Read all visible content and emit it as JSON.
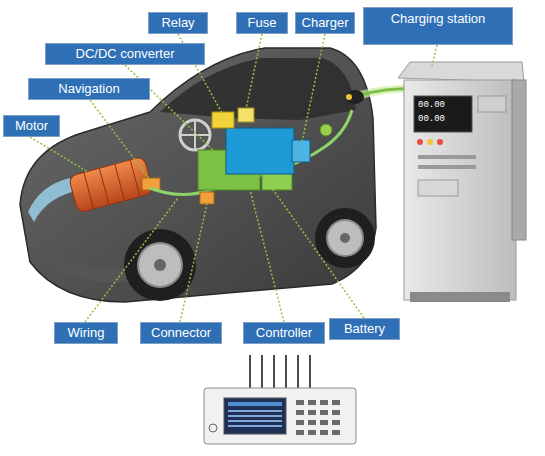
{
  "diagram": {
    "nodes": [
      {
        "text": [
          "Relay"
        ]
      },
      {
        "text": [
          "Fuse"
        ]
      },
      {
        "text": [
          "Charger"
        ]
      },
      {
        "text": [
          "Charging station"
        ]
      },
      {
        "text": [
          "DC/DC converter"
        ]
      },
      {
        "text": [
          "Navigation"
        ]
      },
      {
        "text": [
          "Motor"
        ]
      },
      {
        "text": [
          "Wiring"
        ]
      },
      {
        "text": [
          "Connector"
        ]
      },
      {
        "text": [
          "Controller"
        ]
      },
      {
        "text": [
          "Battery"
        ]
      }
    ],
    "labels": [
      "00.00",
      "00.00"
    ]
  }
}
